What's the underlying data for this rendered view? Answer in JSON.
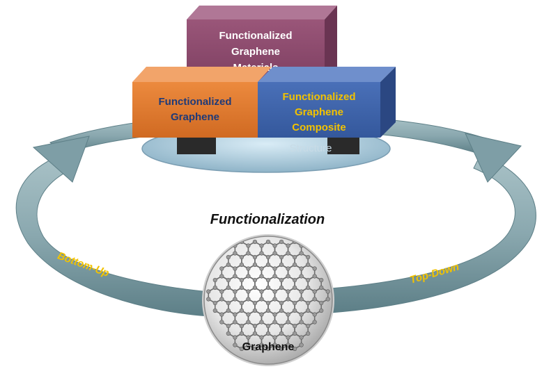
{
  "blocks": {
    "materials": [
      "Functionalized",
      "Graphene",
      "Materials"
    ],
    "graphene": [
      "Functionalized",
      "Graphene"
    ],
    "composite": [
      "Functionalized",
      "Graphene",
      "Composite"
    ]
  },
  "platform_label": "Structure",
  "center_title": "Functionalization",
  "left_arrow_label": "Bottom-Up",
  "right_arrow_label": "Top-Down",
  "sphere_label": "Graphene",
  "colors": {
    "materials_front": "#8c4a6e",
    "materials_top": "#a7698a",
    "materials_side": "#6d3654",
    "graphene_front": "#e07a30",
    "graphene_top": "#f0a066",
    "composite_front": "#3f64ac",
    "composite_top": "#6b8ccb",
    "composite_side": "#2c4a86",
    "ring": "#88a7ae",
    "ring_dark": "#5f8188",
    "label_yellow": "#f2c200",
    "label_navy": "#1f3a78"
  }
}
